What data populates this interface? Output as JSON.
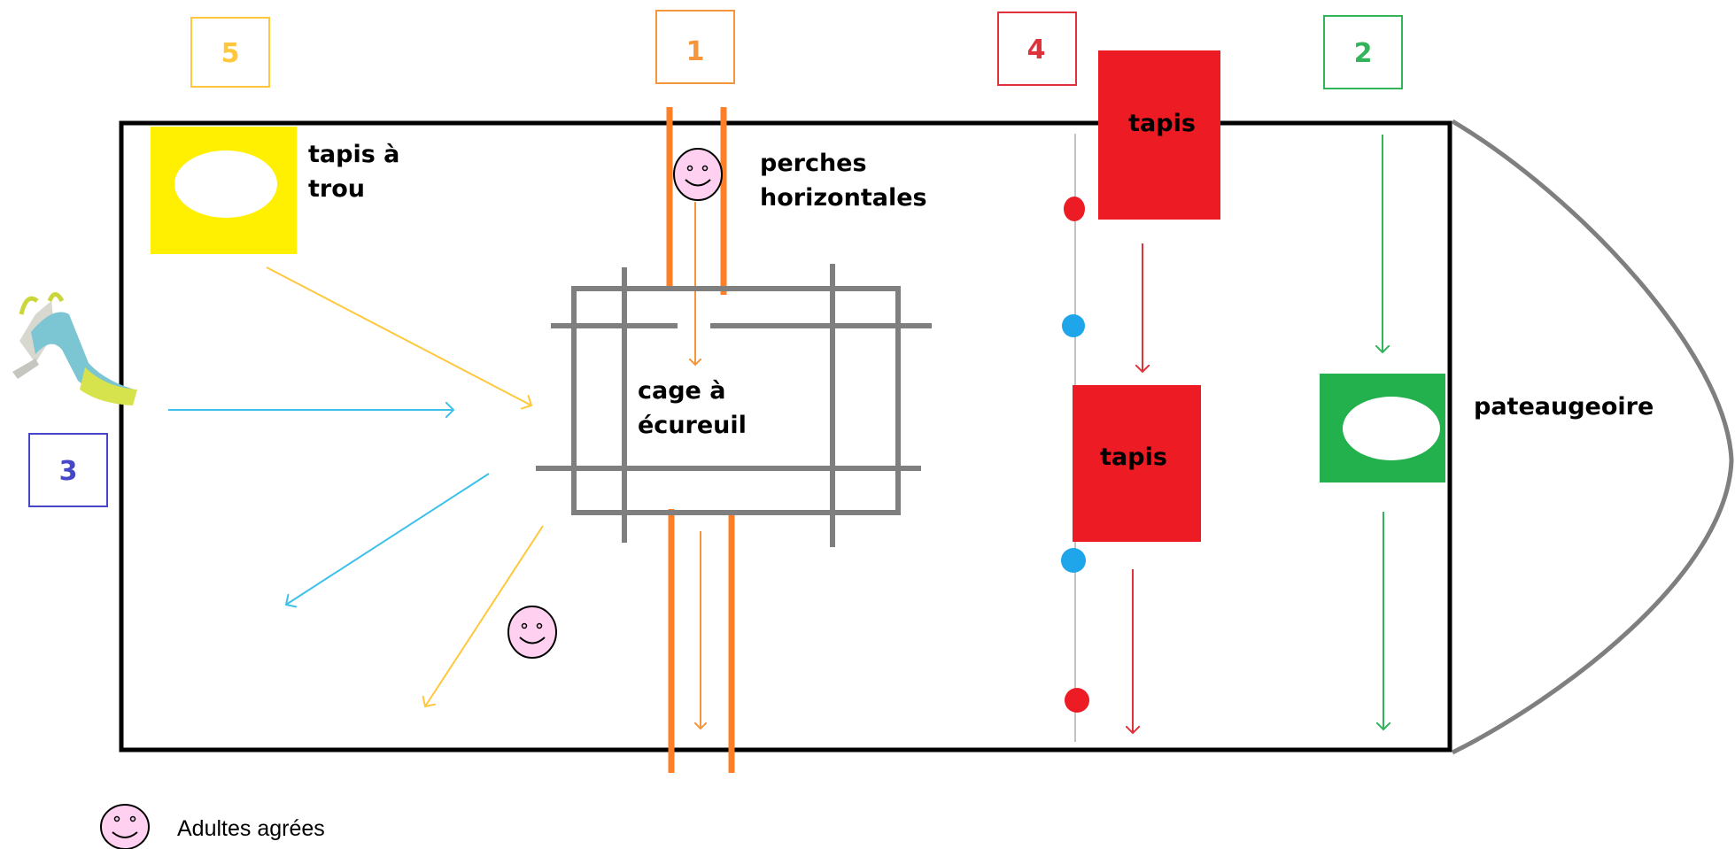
{
  "stations": [
    {
      "number": "5",
      "color": "#ffc83c"
    },
    {
      "number": "1",
      "color": "#f5963c"
    },
    {
      "number": "4",
      "color": "#e0323c"
    },
    {
      "number": "2",
      "color": "#32b45a"
    },
    {
      "number": "3",
      "color": "#4646c8"
    }
  ],
  "labels": {
    "tapis_trou_line1": "tapis à",
    "tapis_trou_line2": "trou",
    "perches_line1": "perches",
    "perches_line2": "horizontales",
    "cage_line1": "cage à",
    "cage_line2": "écureuil",
    "tapis_top": "tapis",
    "tapis_bottom": "tapis",
    "pateaugeoire": "pateaugeoire"
  },
  "legend": {
    "adult_label": "Adultes agrées"
  },
  "colors": {
    "yellow_mat": "#ffef00",
    "red_mat": "#ed1c24",
    "green_mat": "#22b14c",
    "orange_bars": "#ff7f27",
    "cage_gray": "#7f7f7f",
    "blue_arrow": "#3fc0ea",
    "yellow_arrow": "#ffc83c",
    "smiley_fill": "#ffd0f0",
    "blue_dot": "#1fa5ea"
  },
  "icons": {
    "slide": "slide-icon",
    "adult": "smiley-icon"
  }
}
